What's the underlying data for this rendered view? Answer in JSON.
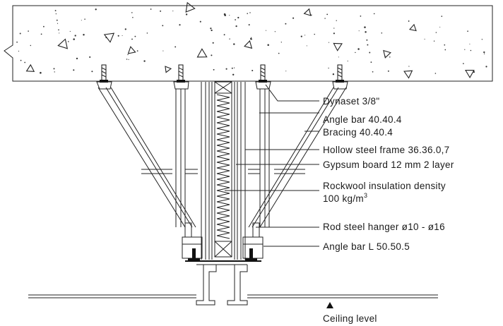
{
  "labels": {
    "dynaset": "Dynaset 3/8\"",
    "angle_bar": "Angle bar 40.40.4",
    "bracing": "Bracing 40.40.4",
    "hollow_frame": "Hollow steel frame 36.36.0,7",
    "gypsum": "Gypsum board 12 mm 2 layer",
    "rockwool_line1": "Rockwool insulation density",
    "rockwool_line2": "100 kg/m",
    "rockwool_sup": "3",
    "rod_hanger": "Rod steel hanger ø10 - ø16",
    "angle_bar_l": "Angle bar L 50.50.5",
    "ceiling_level": "Ceiling level"
  },
  "colors": {
    "line": "#222222",
    "background": "#ffffff"
  }
}
